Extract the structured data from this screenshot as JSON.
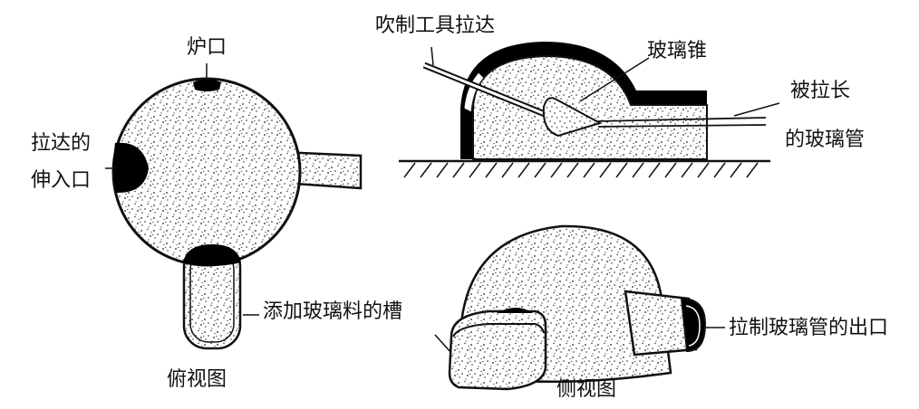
{
  "labels": {
    "furnace_mouth": "炉口",
    "draw_entry_line1": "拉达的",
    "draw_entry_line2": "伸入口",
    "add_glass_trough": "添加玻璃料的槽",
    "top_view": "俯视图",
    "blowing_tool": "吹制工具拉达",
    "glass_cone": "玻璃锥",
    "stretched_tube_line1": "被拉长",
    "stretched_tube_line2": "的玻璃管",
    "tube_outlet": "拉制玻璃管的出口",
    "side_view": "侧视图"
  }
}
